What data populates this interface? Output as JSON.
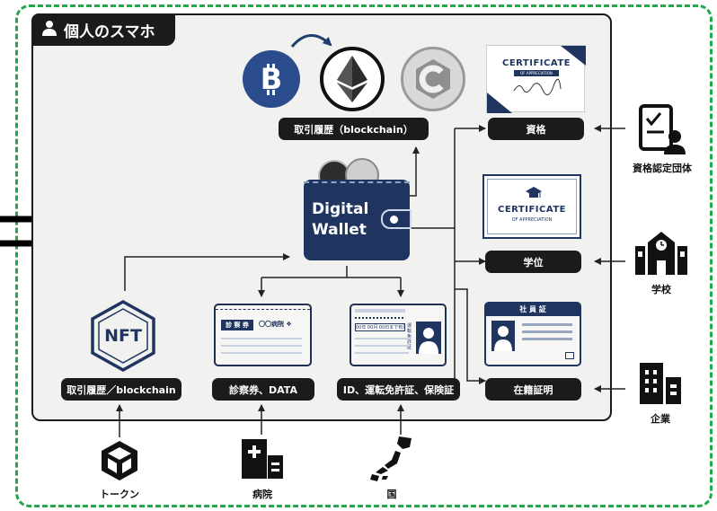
{
  "title": "個人のスマホ",
  "wallet": {
    "line1": "Digital",
    "line2": "Wallet"
  },
  "pills": {
    "tx_history_top": "取引履歴（blockchain）",
    "qualification": "資格",
    "degree": "学位",
    "enrollment": "在籍証明",
    "tx_history_nft": "取引履歴／blockchain",
    "medical": "診察券、DATA",
    "id_docs": "ID、運転免許証、保険証"
  },
  "nft_label": "NFT",
  "certificates": {
    "top_title": "CERTIFICATE",
    "top_sub": "OF APPRECIATION",
    "mid_title": "CERTIFICATE",
    "mid_sub": "OF APPRECIATION"
  },
  "cards": {
    "medical_tag": "診 察 券",
    "medical_hospital": "〇〇病院 ❖",
    "license_date": "00年 00月 00日まで有効",
    "license_side": "運転免許証",
    "employee_title": "社 員 証"
  },
  "issuers": {
    "cert_org": "資格認定団体",
    "school": "学校",
    "company": "企業",
    "token": "トークン",
    "hospital": "病院",
    "country": "国"
  },
  "colors": {
    "dash_green": "#22a74a",
    "dark": "#1b1b1b",
    "navy": "#203050",
    "bitcoin_blue": "#2a4c8c",
    "phone_bg": "#f1f1ef"
  }
}
